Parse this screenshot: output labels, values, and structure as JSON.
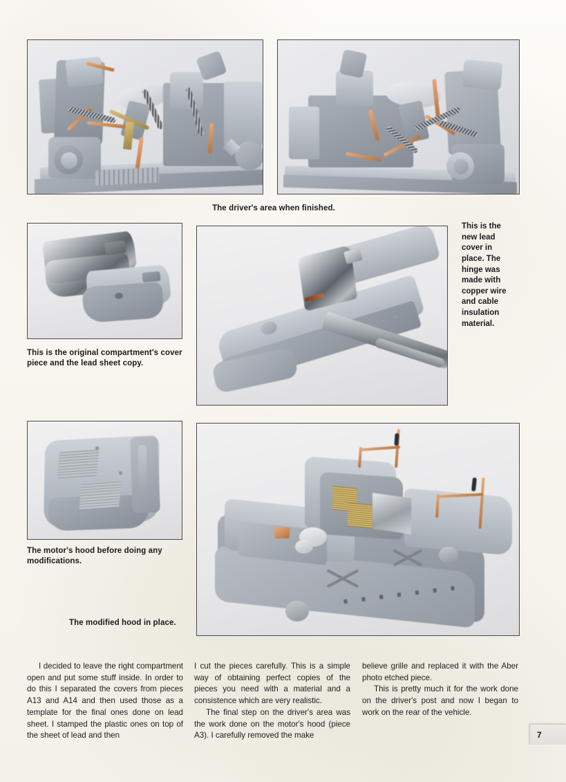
{
  "page": {
    "number": "7",
    "background_color": "#fbfaf5",
    "text_color": "#1b1b1b"
  },
  "photos": [
    {
      "name": "driver-area-photo-left",
      "alt": "Scale model driver's compartment with engine, seat, copper wire cables and springs"
    },
    {
      "name": "driver-area-photo-right",
      "alt": "Scale model driver's compartment seen from the opposite side"
    },
    {
      "name": "compartment-cover-photo",
      "alt": "Original plastic compartment cover piece next to the lead sheet copy"
    },
    {
      "name": "lead-cover-in-place-photo",
      "alt": "New lead cover fitted in place on the hull with a hobby knife blade alongside"
    },
    {
      "name": "motor-hood-photo",
      "alt": "Unmodified plastic motor hood with moulded grille detail"
    },
    {
      "name": "modified-hood-photo",
      "alt": "Completed hull with the modified hood in place and photo etched grilles"
    }
  ],
  "captions": {
    "driver_area": "The driver's area when finished.",
    "lead_cover_side": "This is the new lead cover in place. The hinge was made with copper wire and cable insulation material.",
    "compartment_cover": "This is the original compartment's cover piece and the lead sheet copy.",
    "motor_hood": "The motor's hood before doing any modifications.",
    "modified_hood": "The modified hood in place."
  },
  "body": {
    "column1": [
      "I decided to leave the right compartment open and put some stuff inside. In order to do this I separated the covers from pieces A13 and A14 and then used those as a template for the final ones done on lead sheet. I stamped the plastic ones on top of the sheet of lead and then"
    ],
    "column2": [
      "I cut the pieces carefully. This is a simple way of obtaining perfect copies of the pieces you need with a material and a consistence which are very realistic.",
      "The final step on the driver's area was the work done on the motor's hood (piece A3). I carefully removed the make"
    ],
    "column3": [
      "believe grille and replaced it with the Aber photo etched piece.",
      "This is pretty much it for the work done on the driver's post and now I began to work on the rear of the vehicle."
    ]
  }
}
